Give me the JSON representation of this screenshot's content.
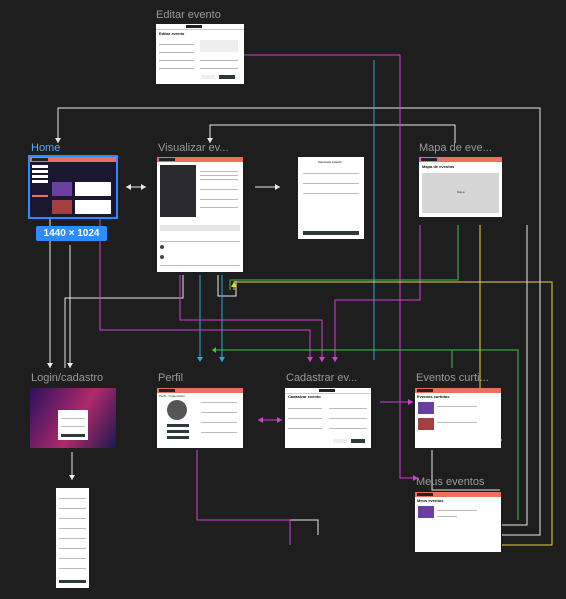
{
  "frames": {
    "editar": {
      "label": "Editar evento",
      "title": "Editar evento"
    },
    "home": {
      "label": "Home"
    },
    "visualizar": {
      "label": "Visualizar ev..."
    },
    "inscrever": {
      "title": "Inscrever evento"
    },
    "mapa": {
      "label": "Mapa de eve...",
      "title": "Mapa de eventos",
      "map_text": "Mapa"
    },
    "login": {
      "label": "Login/cadastro"
    },
    "perfil": {
      "label": "Perfil",
      "user": "Perfil - Organizador"
    },
    "cadastrar": {
      "label": "Cadastrar ev...",
      "title": "Cadastrar evento"
    },
    "curtidos": {
      "label": "Eventos curti...",
      "title": "Eventos curtidos"
    },
    "meus": {
      "label": "Meus eventos",
      "title": "Meus eventos"
    }
  },
  "selection_badge": "1440 × 1024",
  "colors": {
    "accent": "#ef6f5e",
    "selection": "#2d8cff",
    "wire_pink": "#d63cd6",
    "wire_blue": "#2fa8d8",
    "wire_green": "#3ec24a",
    "wire_yellow": "#e8d23a",
    "wire_white": "#e8e8e8"
  }
}
